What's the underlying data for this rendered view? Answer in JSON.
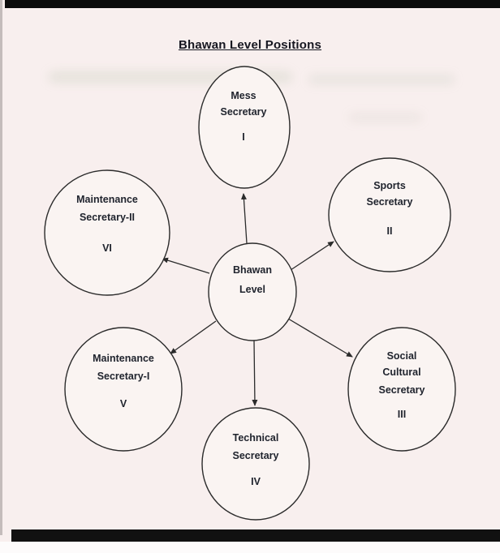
{
  "title": "Bhawan Level Positions",
  "center": {
    "line1": "Bhawan",
    "line2": "Level"
  },
  "nodes": [
    {
      "id": "mess-secretary",
      "line1": "Mess",
      "line2": "Secretary",
      "numeral": "I"
    },
    {
      "id": "sports-secretary",
      "line1": "Sports",
      "line2": "Secretary",
      "numeral": "II"
    },
    {
      "id": "social-cultural-secretary",
      "line1": "Social",
      "line2": "Cultural",
      "line3": "Secretary",
      "numeral": "III"
    },
    {
      "id": "technical-secretary",
      "line1": "Technical",
      "line2": "Secretary",
      "numeral": "IV"
    },
    {
      "id": "maintenance-secretary-1",
      "line1": "Maintenance",
      "line2": "Secretary-I",
      "numeral": "V"
    },
    {
      "id": "maintenance-secretary-2",
      "line1": "Maintenance",
      "line2": "Secretary-II",
      "numeral": "VI"
    }
  ],
  "ink_color": "#2b2b2b",
  "paper_color": "#f8efee"
}
